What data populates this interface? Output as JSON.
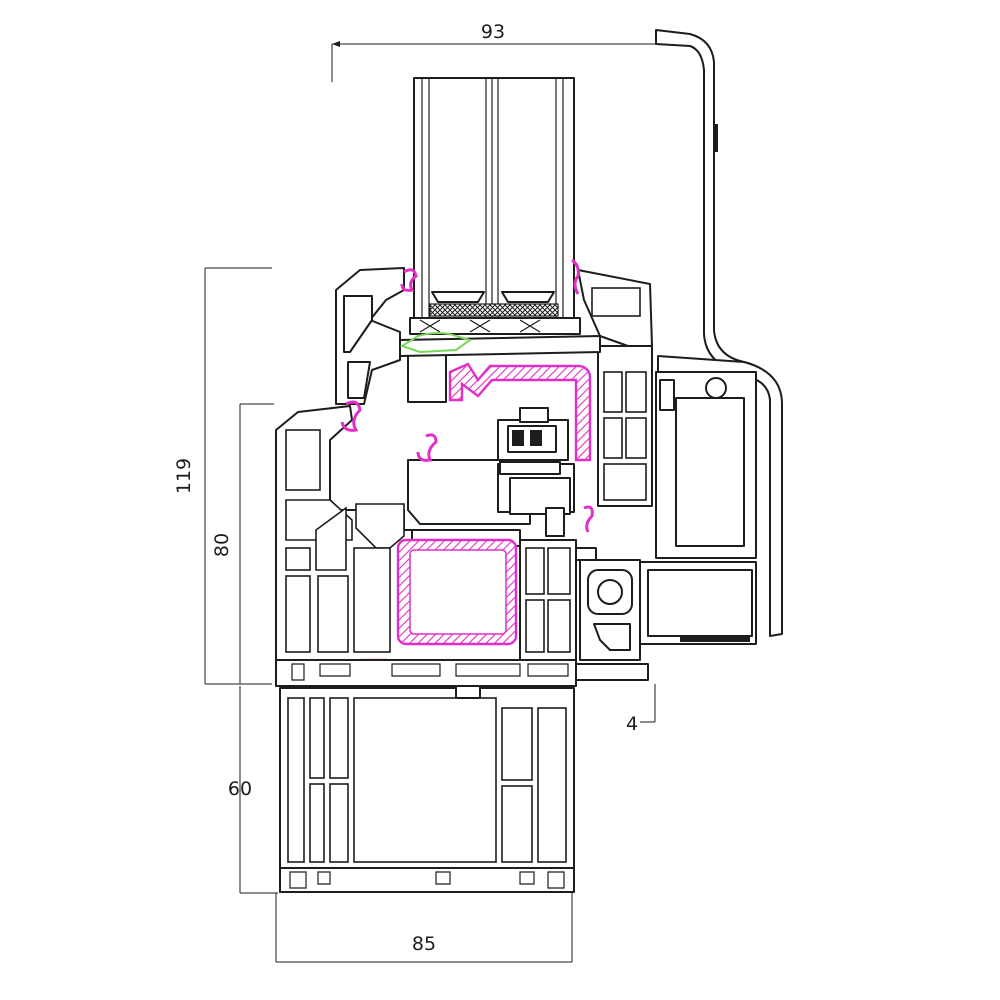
{
  "colors": {
    "outline": "#1d1d1b",
    "reinforcement": "#e030c8",
    "seal_green": "#7ad65a",
    "background": "#ffffff"
  },
  "dimensions": {
    "top_width": "93",
    "total_height": "119",
    "frame_height": "80",
    "base_height": "60",
    "bottom_width": "85",
    "offset": "4"
  }
}
